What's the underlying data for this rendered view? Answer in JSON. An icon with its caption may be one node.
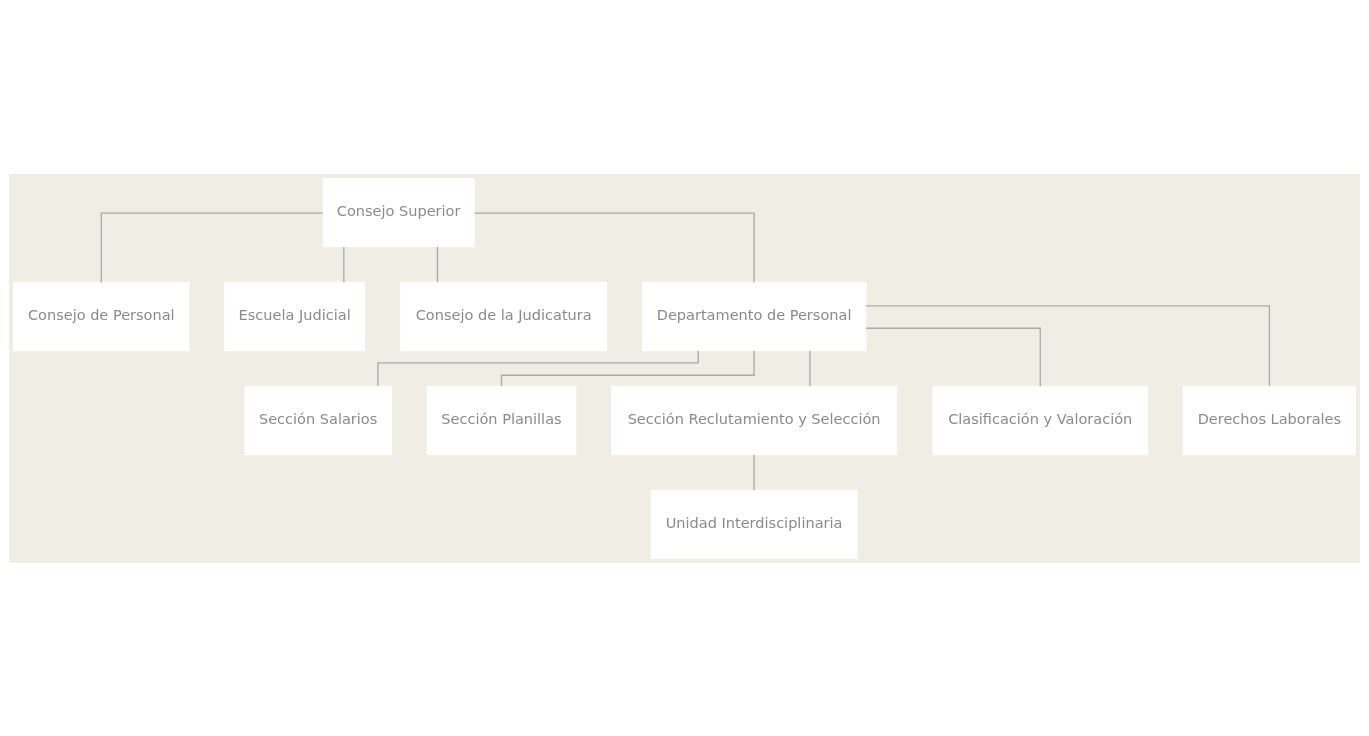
{
  "diagram": {
    "nodes": [
      {
        "text": [
          "Consejo Superior"
        ]
      },
      {
        "text": [
          "Consejo de Personal"
        ]
      },
      {
        "text": [
          "Escuela Judicial"
        ]
      },
      {
        "text": [
          "Consejo de la Judicatura"
        ]
      },
      {
        "text": [
          "Departamento de Personal"
        ]
      },
      {
        "text": [
          "Sección Salarios"
        ]
      },
      {
        "text": [
          "Sección Planillas"
        ]
      },
      {
        "text": [
          "Sección Reclutamiento y Selección"
        ]
      },
      {
        "text": [
          "Clasificación y Valoración"
        ]
      },
      {
        "text": [
          "Derechos Laborales"
        ]
      },
      {
        "text": [
          "Unidad Interdisciplinaria"
        ]
      }
    ],
    "edges": [
      {
        "from": 0,
        "to": 1,
        "arrow": "none"
      },
      {
        "from": 0,
        "to": 2,
        "arrow": "none"
      },
      {
        "from": 0,
        "to": 3,
        "arrow": "none"
      },
      {
        "from": 0,
        "to": 4,
        "arrow": "none"
      },
      {
        "from": 4,
        "to": 5,
        "arrow": "none"
      },
      {
        "from": 4,
        "to": 6,
        "arrow": "none"
      },
      {
        "from": 4,
        "to": 7,
        "arrow": "none"
      },
      {
        "from": 4,
        "to": 8,
        "arrow": "none"
      },
      {
        "from": 4,
        "to": 9,
        "arrow": "none"
      },
      {
        "from": 7,
        "to": 10,
        "arrow": "none"
      }
    ]
  }
}
